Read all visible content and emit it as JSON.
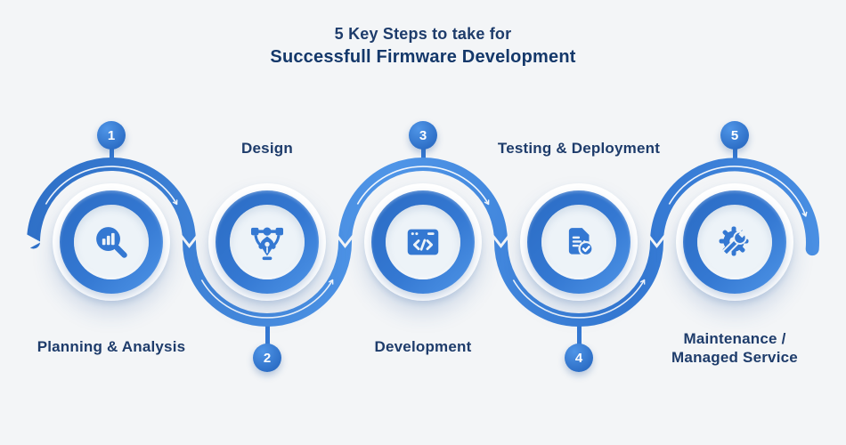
{
  "title": {
    "line1": "5 Key Steps to take for",
    "line2": "Successfull Firmware Development"
  },
  "steps": [
    {
      "number": "1",
      "label": "Planning & Analysis",
      "icon": "magnifier-chart-icon",
      "badge_position": "top"
    },
    {
      "number": "2",
      "label": "Design",
      "icon": "pen-tool-icon",
      "badge_position": "bottom"
    },
    {
      "number": "3",
      "label": "Development",
      "icon": "code-window-icon",
      "badge_position": "top"
    },
    {
      "number": "4",
      "label": "Testing & Deployment",
      "icon": "document-check-icon",
      "badge_position": "bottom"
    },
    {
      "number": "5",
      "label_line1": "Maintenance /",
      "label_line2": "Managed Service",
      "icon": "gear-wrench-icon",
      "badge_position": "top"
    }
  ],
  "theme": {
    "bg": "#f3f5f7",
    "white": "#ffffff",
    "navy": "#1e3c6b",
    "navy-strong": "#14386a",
    "blue-dark": "#2b6cc4",
    "blue-mid": "#3478d2",
    "blue-light": "#4f95e7",
    "disc": "#edf3f8",
    "arrow": "#ffffff"
  }
}
